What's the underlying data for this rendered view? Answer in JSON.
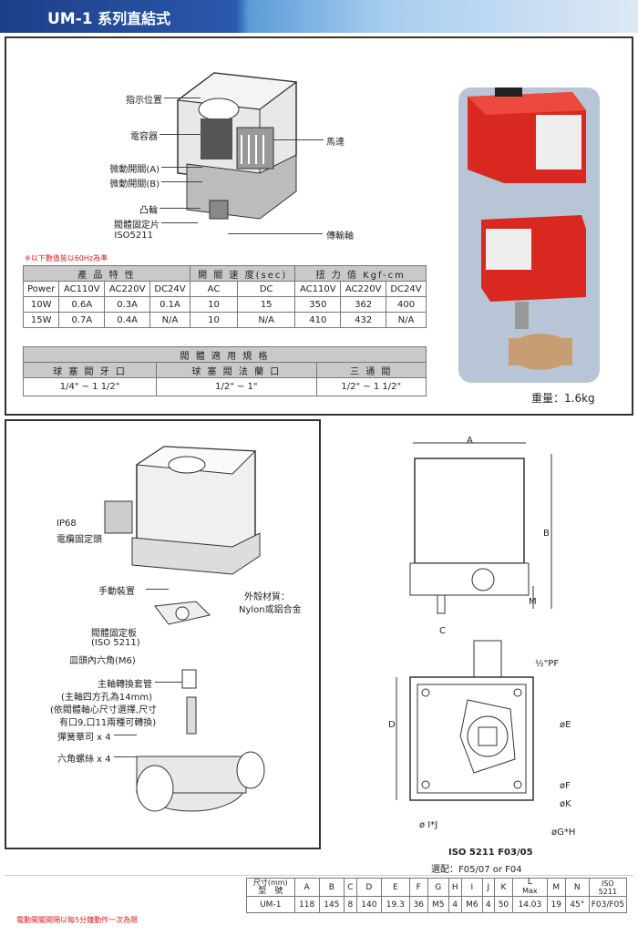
{
  "header": {
    "model": "UM-1",
    "series": " 系列直結式"
  },
  "top_labels": {
    "indicator": "指示位置",
    "capacitor": "電容器",
    "motor": "馬達",
    "switch_a": "微動開關(A)",
    "switch_b": "微動開關(B)",
    "cam": "凸輪",
    "bracket": "閥體固定片",
    "iso": "ISO5211",
    "shaft": "傳輸軸"
  },
  "spec_note": "※以下數值皆以60Hz為準",
  "spec_table": {
    "group_headers": [
      "產 品 特 性",
      "開 關 速 度(sec)",
      "扭 力 值 Kgf-cm"
    ],
    "columns": [
      "Power",
      "AC110V",
      "AC220V",
      "DC24V",
      "AC",
      "DC",
      "AC110V",
      "AC220V",
      "DC24V"
    ],
    "rows": [
      [
        "10W",
        "0.6A",
        "0.3A",
        "0.1A",
        "10",
        "15",
        "350",
        "362",
        "400"
      ],
      [
        "15W",
        "0.7A",
        "0.4A",
        "N/A",
        "10",
        "N/A",
        "410",
        "432",
        "N/A"
      ]
    ]
  },
  "valve_table": {
    "title": "閥 體 適 用 規 格",
    "columns": [
      "球 塞 閥 牙 口",
      "球 塞 閥 法 蘭 口",
      "三 通 閥"
    ],
    "values": [
      "1/4\" ~ 1 1/2\"",
      "1/2\" ~ 1\"",
      "1/2\" ~ 1 1/2\""
    ]
  },
  "weight": "重量：1.6kg",
  "exploded_labels": {
    "ip68": "IP68",
    "cable": "電纜固定頭",
    "manual": "手動裝置",
    "housing_title": "外殼材質：",
    "housing_value": "Nylon或鋁合金",
    "plate": "閥體固定板",
    "plate_iso": "(ISO 5211)",
    "screw": "皿頭內六角(M6)",
    "sleeve": "主軸轉換套管",
    "sleeve_1": "(主軸四方孔為14mm)",
    "sleeve_2": "(依閥體軸心尺寸選擇,尺寸",
    "sleeve_3": "有口9,口11兩種可轉換)",
    "washer": "彈簧華司 x 4",
    "bolt": "六角螺絲 x 4"
  },
  "dimension_labels": {
    "a": "A",
    "b": "B",
    "m": "M",
    "c": "C",
    "d": "D",
    "pf": "½\"PF",
    "e": "øE",
    "f": "øF",
    "k": "øK",
    "ij": "ø I*J",
    "gh": "øG*H"
  },
  "iso_note": {
    "line1": "ISO 5211 F03/05",
    "line2": "選配：F05/07 or F04"
  },
  "dims_table": {
    "header_label": "型　號",
    "unit": "尺寸(mm)",
    "columns": [
      "A",
      "B",
      "C",
      "D",
      "E",
      "F",
      "G",
      "H",
      "I",
      "J",
      "K",
      "L",
      "M",
      "N",
      "ISO 5211"
    ],
    "l_sub": "Max",
    "row": [
      "UM-1",
      "118",
      "145",
      "8",
      "140",
      "19.3",
      "36",
      "M5",
      "4",
      "M6",
      "4",
      "50",
      "14.03",
      "19",
      "45°",
      "F03/F05"
    ]
  },
  "bottom_note": "電動開關間隔以每5分鐘動作一次為限",
  "colors": {
    "header_dark": "#1d3f88",
    "red": "#d7191c",
    "photo_bg": "#b8c5d6",
    "actuator_red": "#d9281f"
  }
}
